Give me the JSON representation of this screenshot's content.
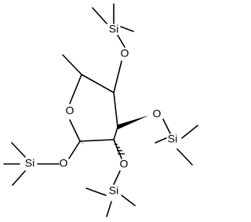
{
  "structure": {
    "atoms": {
      "ring_oxygen": "O",
      "o1": "O",
      "o2": "O",
      "o3": "O",
      "o4": "O",
      "si_top": "Si",
      "si_right": "Si",
      "si_left": "Si",
      "si_bottom": "Si"
    }
  }
}
